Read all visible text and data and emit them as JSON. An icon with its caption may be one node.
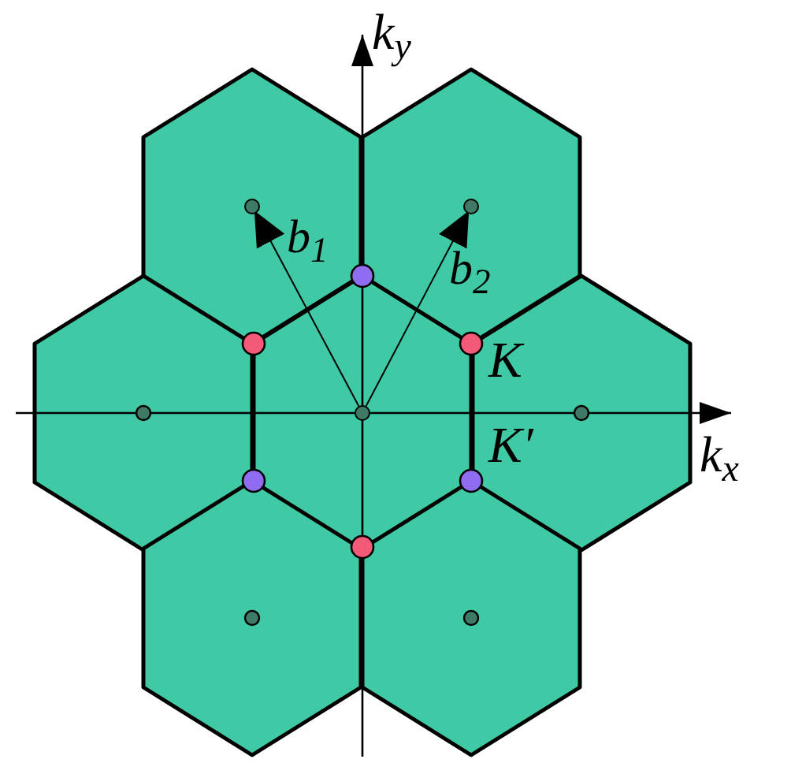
{
  "diagram": {
    "nodes": [
      {
        "text": [],
        "shape": "circle"
      },
      {
        "text": [],
        "shape": "circle"
      },
      {
        "text": [],
        "shape": "circle"
      }
    ],
    "edges": [
      {
        "from": 0,
        "to": 1,
        "arrow": "to",
        "label": "b$_{1}$"
      },
      {
        "from": 0,
        "to": 2,
        "arrow": "to",
        "label": "b$_{2}$"
      }
    ],
    "labels": [
      "k$_{y}$",
      "K",
      "K′",
      "k$_{x}$"
    ]
  }
}
